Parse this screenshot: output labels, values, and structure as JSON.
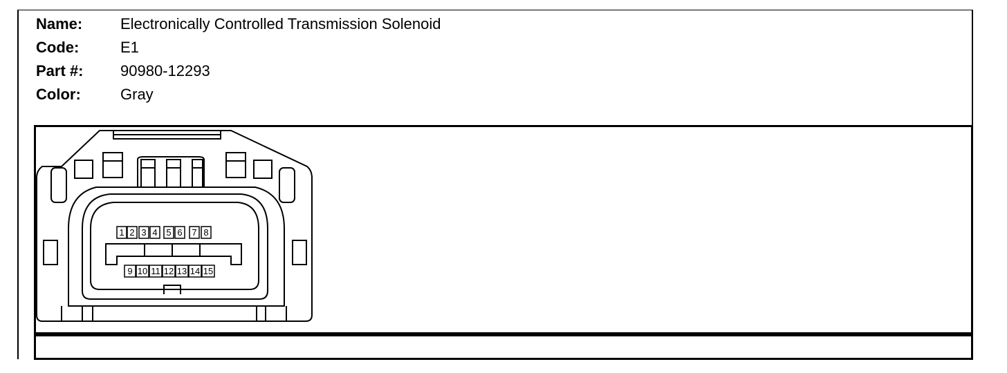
{
  "info": {
    "name_label": "Name:",
    "name_value": "Electronically Controlled Transmission Solenoid",
    "code_label": "Code:",
    "code_value": "E1",
    "part_label": "Part #:",
    "part_value": "90980-12293",
    "color_label": "Color:",
    "color_value": "Gray"
  },
  "connector": {
    "top_pins": [
      "1",
      "2",
      "3",
      "4",
      "5",
      "6",
      "7",
      "8"
    ],
    "bottom_pins": [
      "9",
      "10",
      "11",
      "12",
      "13",
      "14",
      "15"
    ]
  }
}
